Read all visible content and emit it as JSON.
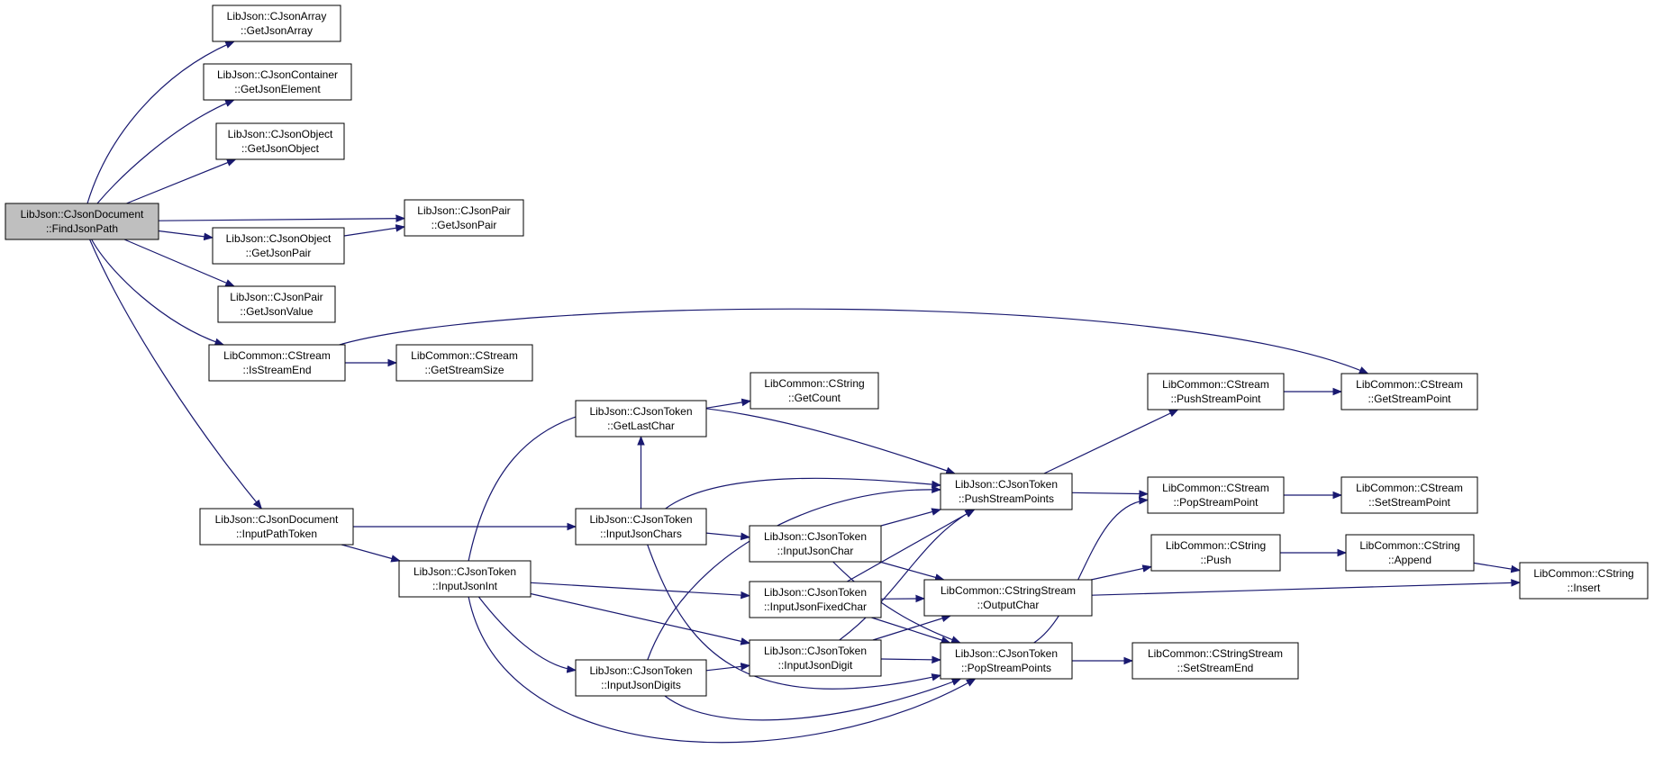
{
  "diagram": {
    "kind": "call-graph",
    "colors": {
      "edge": "#191970",
      "node_fill": "#ffffff",
      "root_fill": "#bfbfbf",
      "node_border": "#000000"
    },
    "nodes": [
      {
        "id": "root",
        "line1": "LibJson::CJsonDocument",
        "line2": "::FindJsonPath",
        "root": true
      },
      {
        "id": "arr",
        "line1": "LibJson::CJsonArray",
        "line2": "::GetJsonArray"
      },
      {
        "id": "cont",
        "line1": "LibJson::CJsonContainer",
        "line2": "::GetJsonElement"
      },
      {
        "id": "objget",
        "line1": "LibJson::CJsonObject",
        "line2": "::GetJsonObject"
      },
      {
        "id": "objpair",
        "line1": "LibJson::CJsonObject",
        "line2": "::GetJsonPair"
      },
      {
        "id": "pairget",
        "line1": "LibJson::CJsonPair",
        "line2": "::GetJsonPair"
      },
      {
        "id": "pairval",
        "line1": "LibJson::CJsonPair",
        "line2": "::GetJsonValue"
      },
      {
        "id": "isend",
        "line1": "LibCommon::CStream",
        "line2": "::IsStreamEnd"
      },
      {
        "id": "ssize",
        "line1": "LibCommon::CStream",
        "line2": "::GetStreamSize"
      },
      {
        "id": "gsp",
        "line1": "LibCommon::CStream",
        "line2": "::GetStreamPoint"
      },
      {
        "id": "ipt",
        "line1": "LibJson::CJsonDocument",
        "line2": "::InputPathToken"
      },
      {
        "id": "iji",
        "line1": "LibJson::CJsonToken",
        "line2": "::InputJsonInt"
      },
      {
        "id": "glc",
        "line1": "LibJson::CJsonToken",
        "line2": "::GetLastChar"
      },
      {
        "id": "gcount",
        "line1": "LibCommon::CString",
        "line2": "::GetCount"
      },
      {
        "id": "ijchars",
        "line1": "LibJson::CJsonToken",
        "line2": "::InputJsonChars"
      },
      {
        "id": "ijchar",
        "line1": "LibJson::CJsonToken",
        "line2": "::InputJsonChar"
      },
      {
        "id": "ijfc",
        "line1": "LibJson::CJsonToken",
        "line2": "::InputJsonFixedChar"
      },
      {
        "id": "ijdigit",
        "line1": "LibJson::CJsonToken",
        "line2": "::InputJsonDigit"
      },
      {
        "id": "ijdigits",
        "line1": "LibJson::CJsonToken",
        "line2": "::InputJsonDigits"
      },
      {
        "id": "pushsps",
        "line1": "LibJson::CJsonToken",
        "line2": "::PushStreamPoints"
      },
      {
        "id": "popsps",
        "line1": "LibJson::CJsonToken",
        "line2": "::PopStreamPoints"
      },
      {
        "id": "outchar",
        "line1": "LibCommon::CStringStream",
        "line2": "::OutputChar"
      },
      {
        "id": "setend",
        "line1": "LibCommon::CStringStream",
        "line2": "::SetStreamEnd"
      },
      {
        "id": "pushsp",
        "line1": "LibCommon::CStream",
        "line2": "::PushStreamPoint"
      },
      {
        "id": "popsp",
        "line1": "LibCommon::CStream",
        "line2": "::PopStreamPoint"
      },
      {
        "id": "setsp",
        "line1": "LibCommon::CStream",
        "line2": "::SetStreamPoint"
      },
      {
        "id": "push",
        "line1": "LibCommon::CString",
        "line2": "::Push"
      },
      {
        "id": "append",
        "line1": "LibCommon::CString",
        "line2": "::Append"
      },
      {
        "id": "insert",
        "line1": "LibCommon::CString",
        "line2": "::Insert"
      }
    ],
    "edges": [
      [
        "root",
        "arr"
      ],
      [
        "root",
        "cont"
      ],
      [
        "root",
        "objget"
      ],
      [
        "root",
        "pairget"
      ],
      [
        "root",
        "objpair"
      ],
      [
        "root",
        "pairval"
      ],
      [
        "root",
        "isend"
      ],
      [
        "root",
        "ipt"
      ],
      [
        "objpair",
        "pairget"
      ],
      [
        "isend",
        "ssize"
      ],
      [
        "isend",
        "gsp"
      ],
      [
        "ipt",
        "ijchars"
      ],
      [
        "ipt",
        "iji"
      ],
      [
        "iji",
        "pushsps"
      ],
      [
        "iji",
        "ijfc"
      ],
      [
        "iji",
        "ijdigit"
      ],
      [
        "iji",
        "ijdigits"
      ],
      [
        "iji",
        "popsps"
      ],
      [
        "ijchars",
        "glc"
      ],
      [
        "ijchars",
        "pushsps"
      ],
      [
        "ijchars",
        "ijchar"
      ],
      [
        "ijchars",
        "popsps"
      ],
      [
        "glc",
        "gcount"
      ],
      [
        "ijchar",
        "pushsps"
      ],
      [
        "ijchar",
        "outchar"
      ],
      [
        "ijchar",
        "popsps"
      ],
      [
        "ijfc",
        "pushsps"
      ],
      [
        "ijfc",
        "outchar"
      ],
      [
        "ijfc",
        "popsps"
      ],
      [
        "ijdigit",
        "pushsps"
      ],
      [
        "ijdigit",
        "outchar"
      ],
      [
        "ijdigit",
        "popsps"
      ],
      [
        "ijdigits",
        "pushsps"
      ],
      [
        "ijdigits",
        "ijdigit"
      ],
      [
        "ijdigits",
        "popsps"
      ],
      [
        "pushsps",
        "pushsp"
      ],
      [
        "pushsps",
        "popsp"
      ],
      [
        "pushsp",
        "gsp"
      ],
      [
        "popsps",
        "popsp"
      ],
      [
        "popsps",
        "setend"
      ],
      [
        "popsp",
        "setsp"
      ],
      [
        "outchar",
        "push"
      ],
      [
        "outchar",
        "insert"
      ],
      [
        "push",
        "append"
      ],
      [
        "append",
        "insert"
      ]
    ]
  }
}
